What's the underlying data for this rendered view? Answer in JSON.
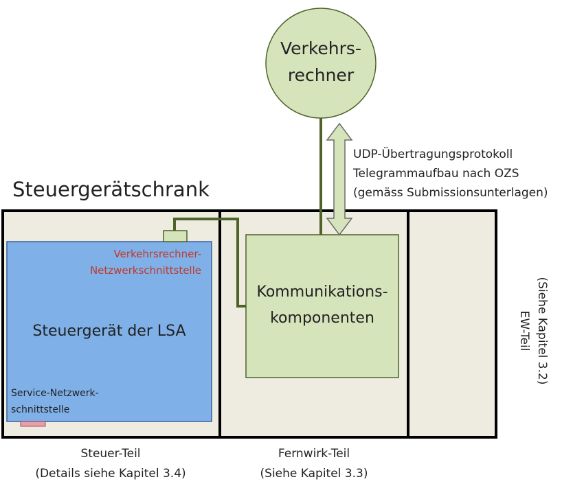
{
  "diagram": {
    "cabinet_title": "Steuergerätschrank",
    "traffic_computer": {
      "line1": "Verkehrs-",
      "line2": "rechner"
    },
    "protocol": {
      "line1": "UDP-Übertragungsprotokoll",
      "line2": "Telegrammaufbau nach OZS",
      "line3": "(gemäss Submissionsunterlagen)"
    },
    "communication": {
      "line1": "Kommunikations-",
      "line2": "komponenten"
    },
    "controller": {
      "title": "Steuergerät der LSA",
      "vr_interface_line1": "Verkehrsrechner-",
      "vr_interface_line2": "Netzwerkschnittstelle",
      "service_interface_line1": "Service-Netzwerk-",
      "service_interface_line2": "schnittstelle"
    },
    "ew_part": {
      "line1": "EW-Teil",
      "line2": "(Siehe Kapitel 3.2)"
    },
    "control_part": {
      "line1": "Steuer-Teil",
      "line2": "(Details siehe Kapitel 3.4)"
    },
    "remote_part": {
      "line1": "Fernwirk-Teil",
      "line2": "(Siehe Kapitel 3.3)"
    }
  },
  "colors": {
    "cabinet_fill": "#eeece1",
    "controller_fill": "#7fb0e8",
    "controller_stroke": "#3a5f9a",
    "green_fill": "#d6e4bc",
    "green_stroke": "#4f6228",
    "link": "#4f6228",
    "accent_red": "#c0392b",
    "service_port": "#e6a0a8"
  }
}
